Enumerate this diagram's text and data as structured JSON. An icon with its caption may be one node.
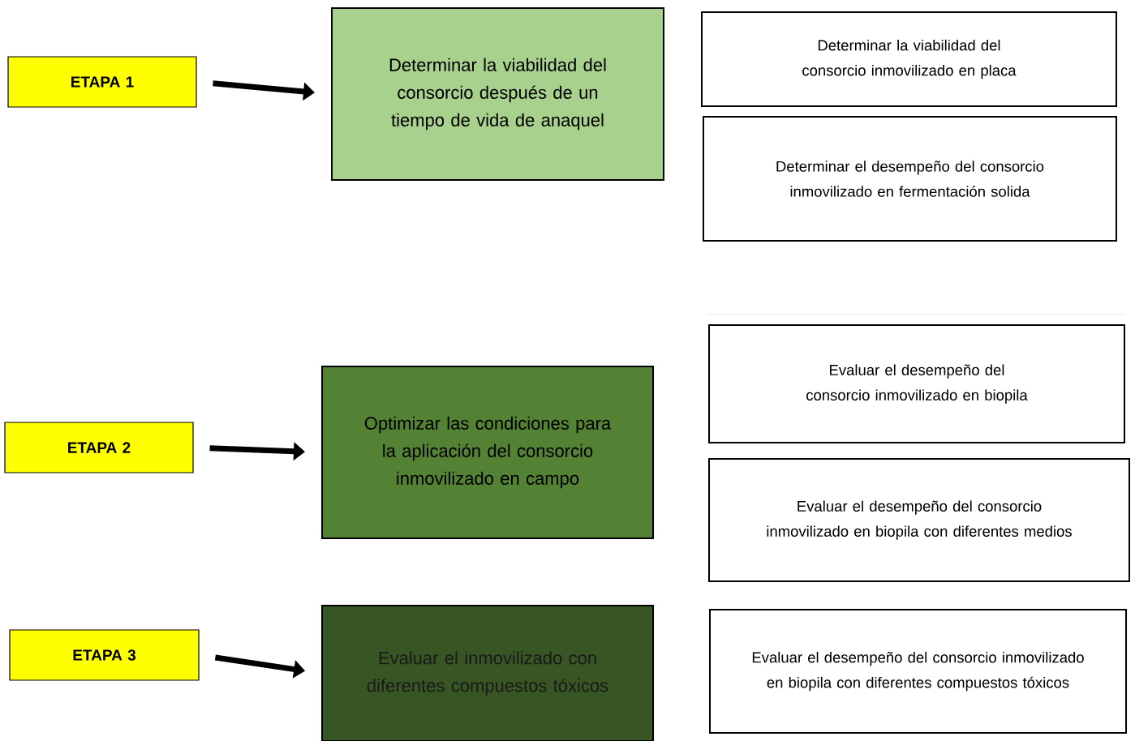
{
  "diagram": {
    "nodes": [
      {
        "text": [
          "ETAPA 1"
        ]
      },
      {
        "text": [
          "Determinar la viabilidad del consorcio después de un tiempo de vida de anaquel"
        ]
      },
      {
        "text": [
          "Determinar la viabilidad del consorcio inmovilizado en placa"
        ]
      },
      {
        "text": [
          "Determinar el desempeño del consorcio inmovilizado en fermentación solida"
        ]
      },
      {
        "text": [
          "ETAPA 2"
        ]
      },
      {
        "text": [
          "Optimizar las condiciones para la aplicación del consorcio inmovilizado en campo"
        ]
      },
      {
        "text": [
          "Evaluar el desempeño del consorcio inmovilizado en biopila"
        ]
      },
      {
        "text": [
          "Evaluar el desempeño del consorcio inmovilizado en biopila con diferentes medios"
        ]
      },
      {
        "text": [
          "ETAPA 3"
        ]
      },
      {
        "text": [
          "Evaluar el inmovilizado con diferentes compuestos tóxicos"
        ]
      },
      {
        "text": [
          "Evaluar el desempeño del consorcio inmovilizado en biopila con diferentes compuestos tóxicos"
        ]
      }
    ],
    "edges": [
      {
        "from": 0,
        "to": 1,
        "arrow": "to"
      },
      {
        "from": 4,
        "to": 5,
        "arrow": "to"
      },
      {
        "from": 8,
        "to": 9,
        "arrow": "to"
      }
    ]
  }
}
